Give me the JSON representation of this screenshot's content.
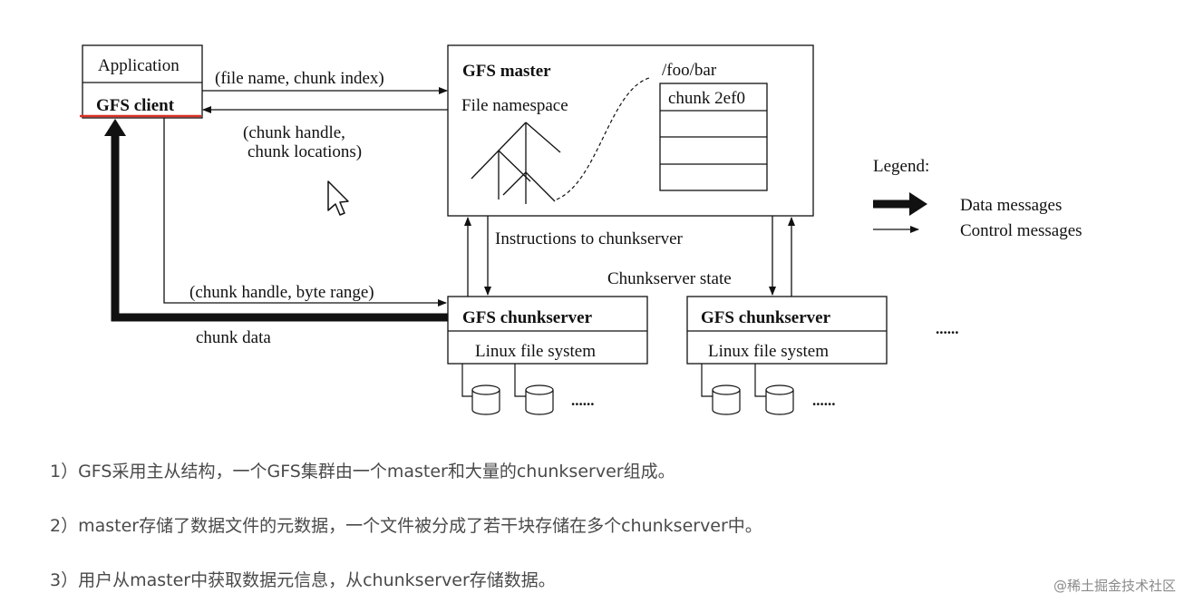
{
  "diagram": {
    "client": {
      "application_label": "Application",
      "client_label": "GFS client"
    },
    "master": {
      "title": "GFS master",
      "namespace_label": "File namespace",
      "path_label": "/foo/bar",
      "chunk_label": "chunk 2ef0"
    },
    "messages": {
      "file_request": "(file name, chunk index)",
      "reply_line1": "(chunk handle,",
      "reply_line2": "chunk locations)",
      "instructions": "Instructions to chunkserver",
      "chunkserver_state": "Chunkserver state",
      "data_request": "(chunk handle, byte range)",
      "chunk_data": "chunk data"
    },
    "chunkservers": [
      {
        "title": "GFS chunkserver",
        "fs_label": "Linux file system"
      },
      {
        "title": "GFS chunkserver",
        "fs_label": "Linux file system"
      }
    ],
    "ellipsis": "......",
    "legend": {
      "title": "Legend:",
      "data_label": "Data messages",
      "control_label": "Control messages"
    }
  },
  "notes": [
    "1）GFS采用主从结构，一个GFS集群由一个master和大量的chunkserver组成。",
    "2）master存储了数据文件的元数据，一个文件被分成了若干块存储在多个chunkserver中。",
    "3）用户从master中获取数据元信息，从chunkserver存储数据。"
  ],
  "watermark": "@稀土掘金技术社区",
  "colors": {
    "underline": "#d93025",
    "line": "#111111",
    "note_text": "#4a4a4a"
  },
  "icons": [
    "mouse-cursor-icon",
    "disk-icon"
  ]
}
